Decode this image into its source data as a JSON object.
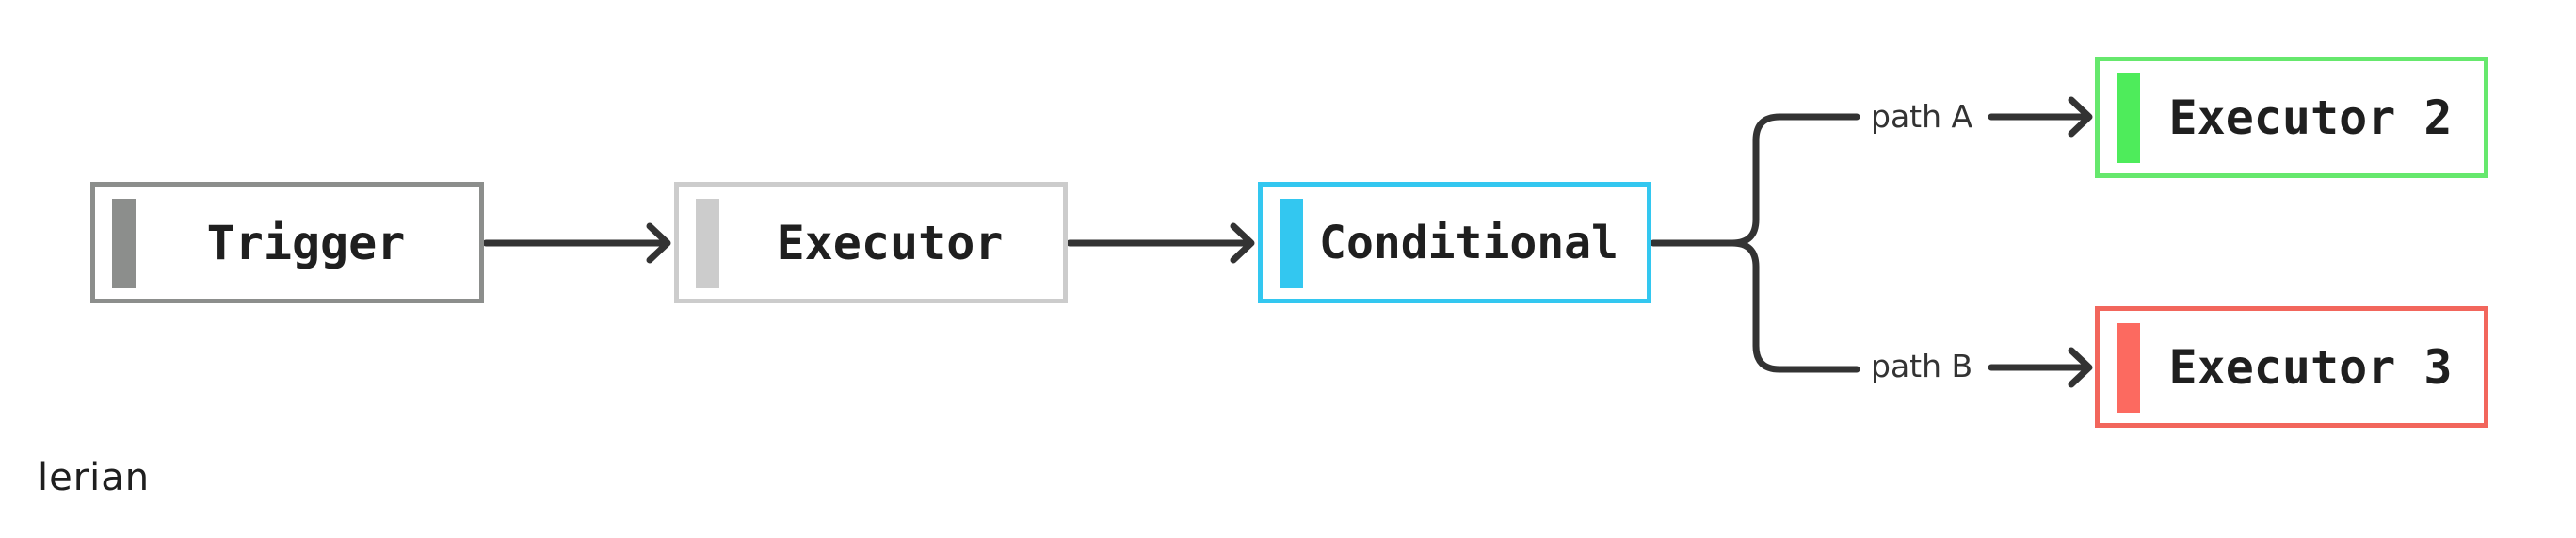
{
  "nodes": {
    "trigger": {
      "label": "Trigger",
      "color": "#8c8e8c",
      "bar_color": "#8c8e8c"
    },
    "executor": {
      "label": "Executor",
      "color": "#cccccc",
      "bar_color": "#cccccc"
    },
    "conditional": {
      "label": "Conditional",
      "color": "#33c7f0",
      "bar_color": "#33c7f0"
    },
    "executor_2": {
      "label": "Executor 2",
      "color": "#66e86d",
      "bar_color": "#4eec5b"
    },
    "executor_3": {
      "label": "Executor 3",
      "color": "#f2665c",
      "bar_color": "#fc6a60"
    }
  },
  "branches": {
    "path_a": "path A",
    "path_b": "path B"
  },
  "connector_color": "#333333",
  "brand": {
    "logo_text": "lerian"
  }
}
